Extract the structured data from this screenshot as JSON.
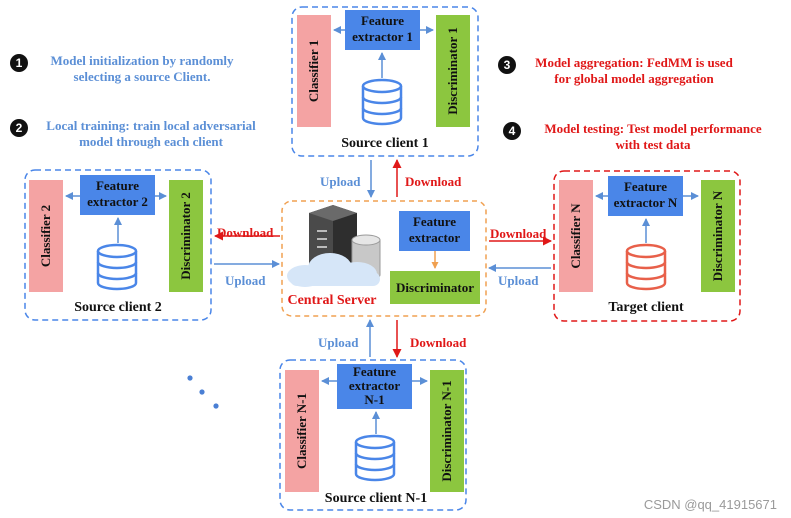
{
  "notes": {
    "n1": "Model initialization by randomly selecting a source Client.",
    "n1_line1": "Model initialization by randomly",
    "n1_line2": "selecting a source Client.",
    "n2_line1": "Local training: train local adversarial",
    "n2_line2": "model  through each client",
    "n3_line1": "Model aggregation: FedMM is used",
    "n3_line2": "for global model aggregation",
    "n4_line1": "Model  testing: Test model performance",
    "n4_line2": "with test data"
  },
  "markers": [
    "1",
    "2",
    "3",
    "4"
  ],
  "clients": {
    "source1": {
      "name": "Source client 1",
      "classifier": "Classifier 1",
      "fe_line1": "Feature",
      "fe_line2": "extractor 1",
      "fe_line3": "",
      "discriminator": "Discriminator 1"
    },
    "source2": {
      "name": "Source client 2",
      "classifier": "Classifier 2",
      "fe_line1": "Feature",
      "fe_line2": "extractor 2",
      "fe_line3": "",
      "discriminator": "Discriminator 2"
    },
    "sourceN1": {
      "name": "Source client N-1",
      "classifier": "Classifier N-1",
      "fe_line1": "Feature",
      "fe_line2": "extractor",
      "fe_line3": "N-1",
      "discriminator": "Discriminator N-1"
    },
    "target": {
      "name": "Target client",
      "classifier": "Classifier N",
      "fe_line1": "Feature",
      "fe_line2": "extractor N",
      "fe_line3": "",
      "discriminator": "Discriminator N"
    }
  },
  "server": {
    "name": "Central Server",
    "fe_line1": "Feature",
    "fe_line2": "extractor",
    "discriminator": "Discriminator"
  },
  "flows": {
    "upload": "Upload",
    "download": "Download"
  },
  "watermark": "CSDN @qq_41915671",
  "colors": {
    "blue_box": "#4a86e8",
    "classifier": "#f4a3a3",
    "discriminator": "#8cc63f",
    "upload": "#5b8fd6",
    "download": "#e01818",
    "server_border": "#f0a050"
  }
}
